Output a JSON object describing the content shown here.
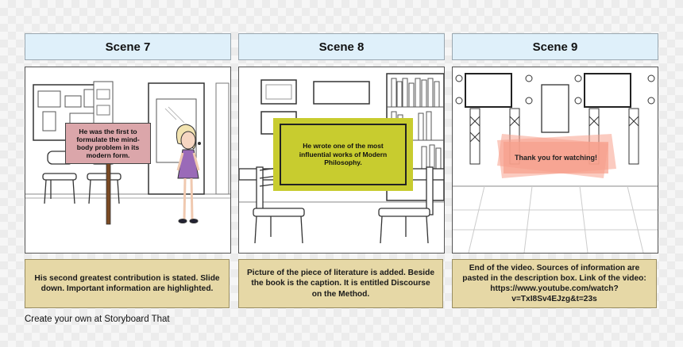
{
  "scenes": [
    {
      "title": "Scene 7",
      "sign_text": "He was the first to formulate the mind-body problem in its modern form.",
      "description": "His second greatest contribution is stated. Slide down. Important information are highlighted."
    },
    {
      "title": "Scene 8",
      "sign_text": "He wrote one of the most influential works of Modern Philosophy.",
      "description": "Picture of the piece of literature is added. Beside the book is the caption. It is entitled Discourse on the Method."
    },
    {
      "title": "Scene 9",
      "sign_text": "Thank you for watching!",
      "description": "End of the video. Sources of information are pasted in the description box. Link of the video: https://www.youtube.com/watch?v=TxI8Sv4EJzg&t=23s"
    }
  ],
  "footer_text": "Create your own at Storyboard That",
  "colors": {
    "title_bg": "#dff0fa",
    "description_bg": "#e6d8a6",
    "sign7_bg": "#dba6aa",
    "sign8_bg": "#c8cc2f",
    "sign9_bg": "#f7a08c"
  }
}
